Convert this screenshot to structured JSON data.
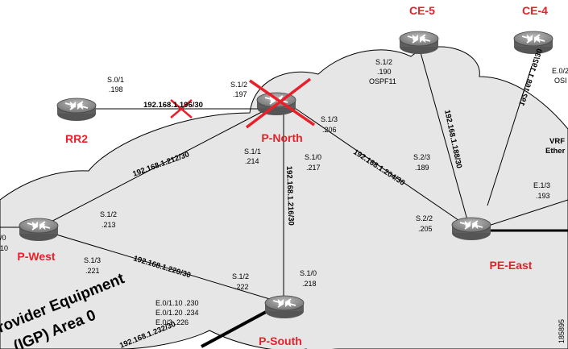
{
  "routers": {
    "rr2": "RR2",
    "p_north": "P-North",
    "p_west": "P-West",
    "p_south": "P-South",
    "pe_east": "PE-East",
    "ce5": "CE-5",
    "ce4": "CE-4"
  },
  "links": {
    "rr2_pnorth": "192.168.1.196/30",
    "pnorth_pwest": "192.168.1.212/30",
    "pnorth_psouth": "192.168.1.216/30",
    "pnorth_peeast": "192.168.1.204/30",
    "pwest_psouth": "192.168.1.220/30",
    "ce5_peeast": "192.168.1.188/30",
    "ce4_peeast": "192.168.1.192/30",
    "pwest_lower": "192.168.1.232/30"
  },
  "interfaces": {
    "rr2_s01": "S.0/1",
    "rr2_s01_ip": ".198",
    "pn_s12": "S.1/2",
    "pn_s12_ip": ".197",
    "pn_s13": "S.1/3",
    "pn_s13_ip": ".206",
    "pn_s11": "S.1/1",
    "pn_s11_ip": ".214",
    "pn_s10": "S.1/0",
    "pn_s10_ip": ".217",
    "ce5_s12": "S.1/2",
    "ce5_s12_ip": ".190",
    "ce5_ospf": "OSPF11",
    "ce4_e0": "E.0/2",
    "ce4_ospf": "OSI",
    "pe_s23": "S.2/3",
    "pe_s23_ip": ".189",
    "pe_s22": "S.2/2",
    "pe_s22_ip": ".205",
    "pe_e13": "E.1/3",
    "pe_e13_ip": ".193",
    "pe_vrf": "VRF",
    "pe_ether": "Ether",
    "pw_s12": "S.1/2",
    "pw_s12_ip": ".213",
    "pw_s13": "S.1/3",
    "pw_s13_ip": ".221",
    "pw_left1": "/0",
    "pw_left2": "10",
    "ps_s12": "S.1/2",
    "ps_s12_ip": ".222",
    "ps_s10": "S.1/0",
    "ps_s10_ip": ".218",
    "ps_e1": "E.0/1.10 .230",
    "ps_e2": "E.0/1.20 .234",
    "ps_e3": "E.0/3 .226"
  },
  "area_text": {
    "line1": "rovider Equipment",
    "line2": "(IGP) Area 0"
  },
  "figure_id": "185895",
  "colors": {
    "router_label": "#e8202a",
    "cloud_fill": "#e6e6e6",
    "failure_x": "#e8202a"
  }
}
